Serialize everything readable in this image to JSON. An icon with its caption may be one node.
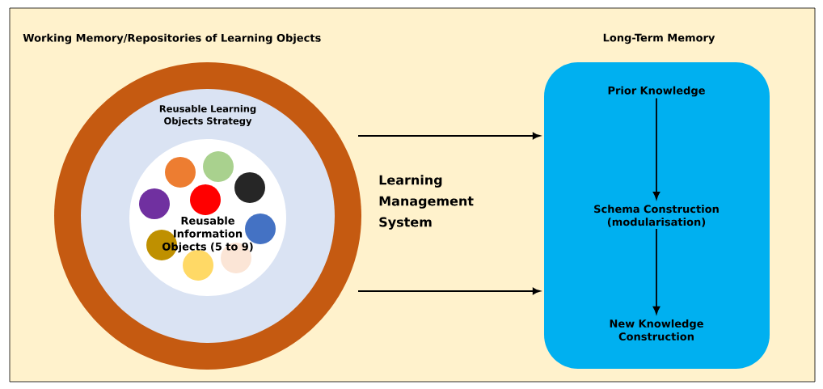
{
  "diagram": {
    "nodes": [
      {
        "text": [
          "Working Memory/Repositories of Learning Objects"
        ]
      },
      {
        "text": [
          "Reusable Learning Objects Strategy"
        ],
        "in": 0
      },
      {
        "text": [
          "Reusable Information Objects (5 to 9)"
        ],
        "in": 1
      },
      {
        "text": [
          "Long-Term Memory"
        ]
      },
      {
        "text": [
          "Prior Knowledge"
        ],
        "in": 3
      },
      {
        "text": [
          "Schema Construction (modularisation)"
        ],
        "in": 3
      },
      {
        "text": [
          "New Knowledge Construction"
        ],
        "in": 3
      }
    ],
    "edges": [
      {
        "from": null,
        "to": 3,
        "arrow": "to"
      },
      {
        "from": null,
        "to": 3,
        "arrow": "to"
      },
      {
        "from": 4,
        "to": 5,
        "arrow": "to"
      },
      {
        "from": 5,
        "to": 6,
        "arrow": "to"
      }
    ],
    "labels": [
      "Learning Management System"
    ]
  }
}
